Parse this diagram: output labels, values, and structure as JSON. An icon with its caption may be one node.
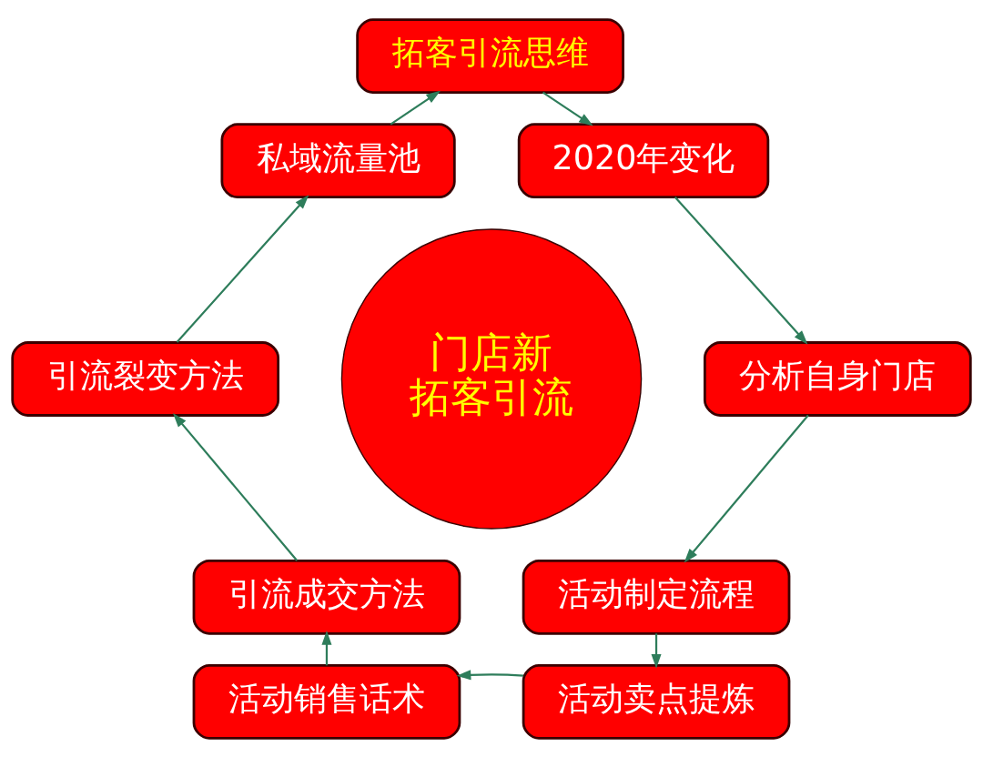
{
  "diagram": {
    "nodes": [
      {
        "text": [
          "拓客引流思维"
        ]
      },
      {
        "text": [
          "2020年变化"
        ]
      },
      {
        "text": [
          "分析自身门店"
        ]
      },
      {
        "text": [
          "活动制定流程"
        ]
      },
      {
        "text": [
          "活动卖点提炼"
        ]
      },
      {
        "text": [
          "活动销售话术"
        ]
      },
      {
        "text": [
          "引流成交方法"
        ]
      },
      {
        "text": [
          "引流裂变方法"
        ]
      },
      {
        "text": [
          "私域流量池"
        ]
      },
      {
        "text": [
          "门店新拓客引流"
        ]
      }
    ],
    "edges": [
      {
        "from": 0,
        "to": 1,
        "arrow": "to"
      },
      {
        "from": 1,
        "to": 2,
        "arrow": "to"
      },
      {
        "from": 2,
        "to": 3,
        "arrow": "to"
      },
      {
        "from": 3,
        "to": 4,
        "arrow": "to"
      },
      {
        "from": 4,
        "to": 5,
        "arrow": "to"
      },
      {
        "from": 5,
        "to": 6,
        "arrow": "to"
      },
      {
        "from": 6,
        "to": 7,
        "arrow": "to"
      },
      {
        "from": 7,
        "to": 8,
        "arrow": "to"
      },
      {
        "from": 8,
        "to": 0,
        "arrow": "to"
      }
    ]
  }
}
